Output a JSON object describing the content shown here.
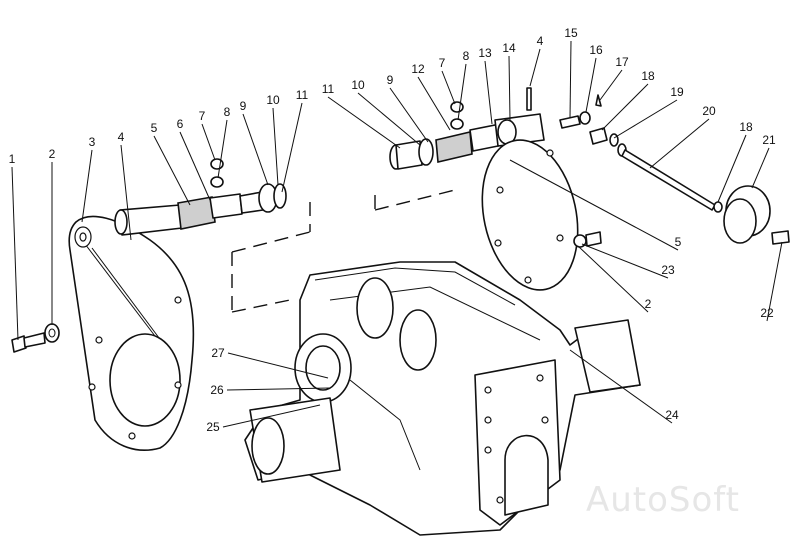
{
  "callouts": [
    {
      "label": "1"
    },
    {
      "label": "2"
    },
    {
      "label": "3"
    },
    {
      "label": "4"
    },
    {
      "label": "5"
    },
    {
      "label": "6"
    },
    {
      "label": "7"
    },
    {
      "label": "8"
    },
    {
      "label": "9"
    },
    {
      "label": "10"
    },
    {
      "label": "11"
    },
    {
      "label": "11"
    },
    {
      "label": "10"
    },
    {
      "label": "9"
    },
    {
      "label": "12"
    },
    {
      "label": "7"
    },
    {
      "label": "8"
    },
    {
      "label": "13"
    },
    {
      "label": "14"
    },
    {
      "label": "4"
    },
    {
      "label": "15"
    },
    {
      "label": "16"
    },
    {
      "label": "17"
    },
    {
      "label": "18"
    },
    {
      "label": "19"
    },
    {
      "label": "20"
    },
    {
      "label": "18"
    },
    {
      "label": "21"
    },
    {
      "label": "5"
    },
    {
      "label": "23"
    },
    {
      "label": "2"
    },
    {
      "label": "22"
    },
    {
      "label": "24"
    },
    {
      "label": "27"
    },
    {
      "label": "26"
    },
    {
      "label": "25"
    }
  ],
  "watermark": "AutoSoft",
  "colors": {
    "ink": "#111111",
    "background": "#ffffff",
    "watermark": "#e6e6e6"
  }
}
